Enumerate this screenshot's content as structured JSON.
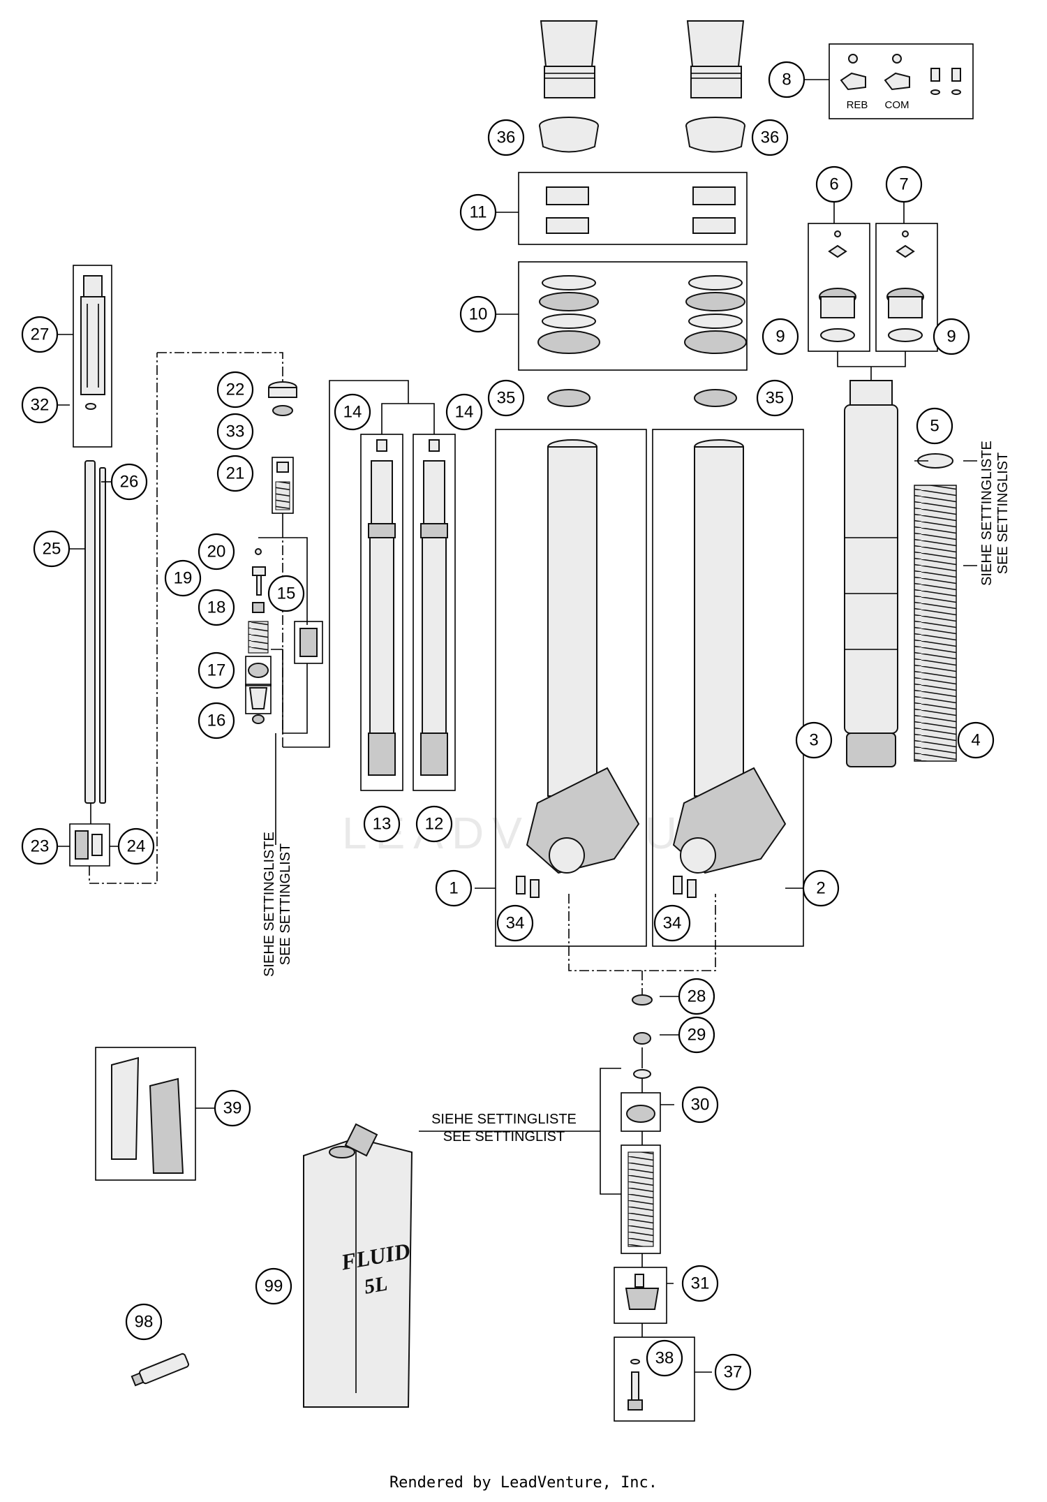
{
  "callouts": [
    {
      "id": "c1",
      "label": "1"
    },
    {
      "id": "c2",
      "label": "2"
    },
    {
      "id": "c3",
      "label": "3"
    },
    {
      "id": "c4",
      "label": "4"
    },
    {
      "id": "c5",
      "label": "5"
    },
    {
      "id": "c6",
      "label": "6"
    },
    {
      "id": "c7",
      "label": "7"
    },
    {
      "id": "c8",
      "label": "8"
    },
    {
      "id": "c9a",
      "label": "9"
    },
    {
      "id": "c9b",
      "label": "9"
    },
    {
      "id": "c10",
      "label": "10"
    },
    {
      "id": "c11",
      "label": "11"
    },
    {
      "id": "c12",
      "label": "12"
    },
    {
      "id": "c13",
      "label": "13"
    },
    {
      "id": "c14a",
      "label": "14"
    },
    {
      "id": "c14b",
      "label": "14"
    },
    {
      "id": "c15",
      "label": "15"
    },
    {
      "id": "c16",
      "label": "16"
    },
    {
      "id": "c17",
      "label": "17"
    },
    {
      "id": "c18",
      "label": "18"
    },
    {
      "id": "c19",
      "label": "19"
    },
    {
      "id": "c20",
      "label": "20"
    },
    {
      "id": "c21",
      "label": "21"
    },
    {
      "id": "c22",
      "label": "22"
    },
    {
      "id": "c23",
      "label": "23"
    },
    {
      "id": "c24",
      "label": "24"
    },
    {
      "id": "c25",
      "label": "25"
    },
    {
      "id": "c26",
      "label": "26"
    },
    {
      "id": "c27",
      "label": "27"
    },
    {
      "id": "c28",
      "label": "28"
    },
    {
      "id": "c29",
      "label": "29"
    },
    {
      "id": "c30",
      "label": "30"
    },
    {
      "id": "c31",
      "label": "31"
    },
    {
      "id": "c32",
      "label": "32"
    },
    {
      "id": "c33",
      "label": "33"
    },
    {
      "id": "c34a",
      "label": "34"
    },
    {
      "id": "c34b",
      "label": "34"
    },
    {
      "id": "c35a",
      "label": "35"
    },
    {
      "id": "c35b",
      "label": "35"
    },
    {
      "id": "c36a",
      "label": "36"
    },
    {
      "id": "c36b",
      "label": "36"
    },
    {
      "id": "c37",
      "label": "37"
    },
    {
      "id": "c38",
      "label": "38"
    },
    {
      "id": "c39",
      "label": "39"
    },
    {
      "id": "c98",
      "label": "98"
    },
    {
      "id": "c99",
      "label": "99"
    }
  ],
  "notes": {
    "siehe_settingliste": "SIEHE SETTINGLISTE",
    "see_settinglist": "SEE SETTINGLIST"
  },
  "cap_labels": {
    "reb": "REB",
    "com": "COM"
  },
  "can_label": {
    "line1": "FLUID",
    "line2": "5L"
  },
  "watermark": "LEADVENTURE",
  "footer": "Rendered by LeadVenture, Inc."
}
